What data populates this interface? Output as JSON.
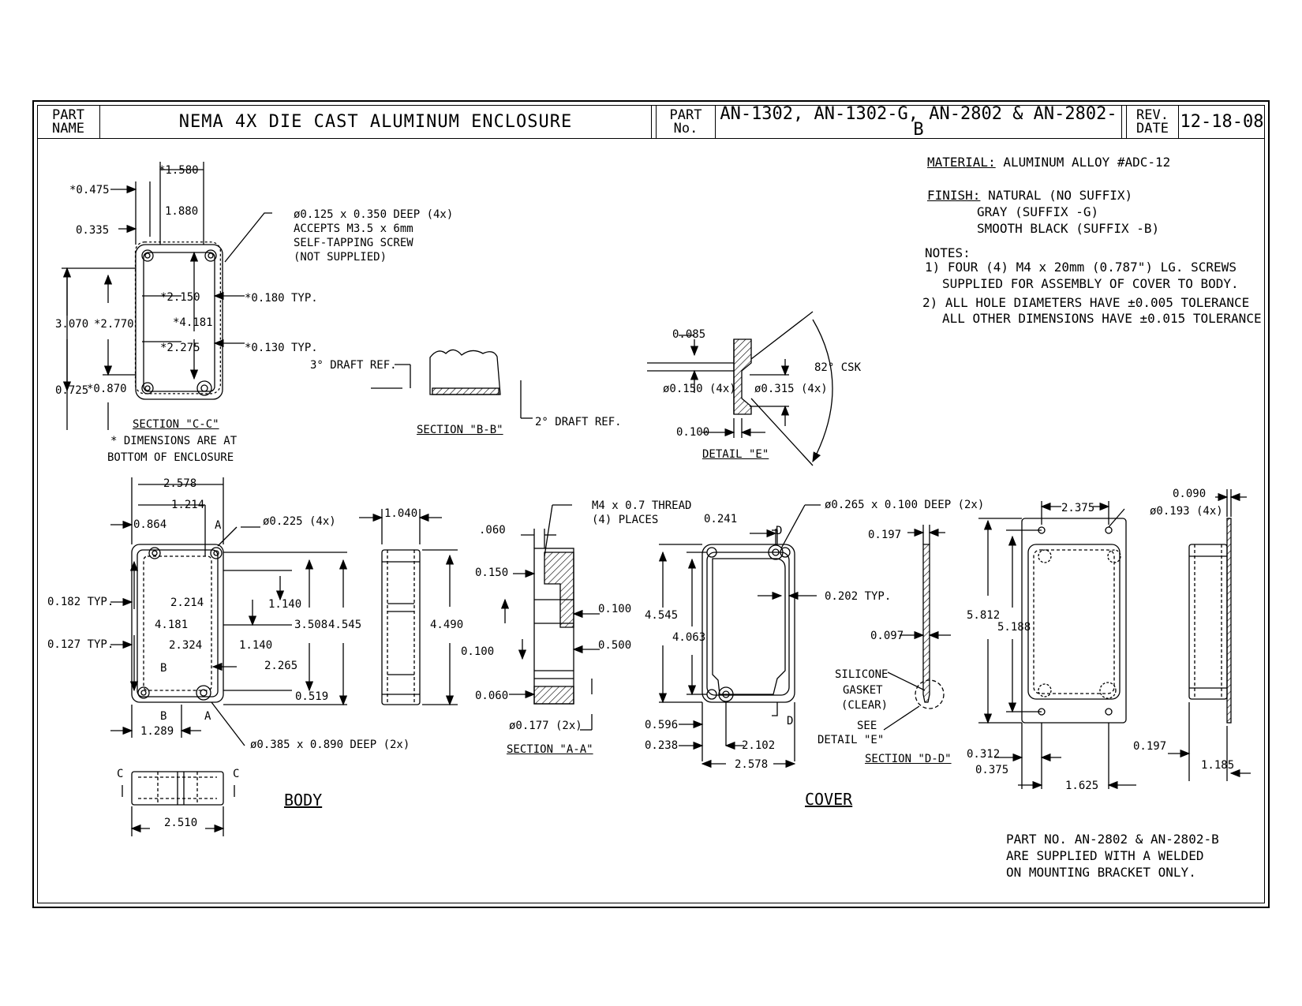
{
  "title_block": {
    "part_name_label": "PART NAME",
    "part_name": "NEMA 4X DIE CAST ALUMINUM ENCLOSURE",
    "part_no_label": "PART No.",
    "part_no": "AN-1302, AN-1302-G, AN-2802 & AN-2802-B",
    "rev_date_label": "REV. DATE",
    "rev_date": "12-18-08"
  },
  "specs": {
    "material_label": "MATERIAL:",
    "material": "ALUMINUM ALLOY #ADC-12",
    "finish_label": "FINISH:",
    "finish_1": "NATURAL (NO SUFFIX)",
    "finish_2": "GRAY (SUFFIX -G)",
    "finish_3": "SMOOTH BLACK (SUFFIX -B)",
    "notes_label": "NOTES:",
    "note_1a": "1) FOUR (4) M4 x 20mm (0.787\") LG. SCREWS",
    "note_1b": "SUPPLIED FOR ASSEMBLY OF COVER TO BODY.",
    "note_2a": "2) ALL HOLE DIAMETERS HAVE ±0.005 TOLERANCE",
    "note_2b": "ALL OTHER DIMENSIONS HAVE ±0.015 TOLERANCE",
    "bracket_1": "PART NO. AN-2802 & AN-2802-B",
    "bracket_2": "ARE SUPPLIED WITH A WELDED",
    "bracket_3": "ON MOUNTING BRACKET ONLY."
  },
  "section_cc": {
    "title": "SECTION \"C-C\"",
    "note_1": "* DIMENSIONS ARE AT",
    "note_2": "BOTTOM OF ENCLOSURE",
    "d_1580": "*1.580",
    "d_0475": "*0.475",
    "d_1880": "1.880",
    "d_0335": "0.335",
    "hole_1": "ø0.125 x 0.350 DEEP (4x)",
    "hole_2": "ACCEPTS M3.5 x 6mm",
    "hole_3": "SELF-TAPPING SCREW",
    "hole_4": "(NOT SUPPLIED)",
    "d_2150": "*2.150",
    "d_0180": "*0.180 TYP.",
    "d_3070": "3.070",
    "d_2770": "*2.770",
    "d_4181": "*4.181",
    "d_2275": "*2.275",
    "d_0130": "*0.130 TYP.",
    "d_0725": "0.725",
    "d_0870": "*0.870"
  },
  "section_bb": {
    "title": "SECTION \"B-B\"",
    "draft_3": "3° DRAFT REF.",
    "draft_2": "2° DRAFT REF."
  },
  "detail_e": {
    "title": "DETAIL \"E\"",
    "d_0085": "0.085",
    "d_0150": "ø0.150 (4x)",
    "d_0315": "ø0.315 (4x)",
    "d_0100": "0.100",
    "csk": "82° CSK"
  },
  "body": {
    "label": "BODY",
    "d_2578": "2.578",
    "d_1214": "1.214",
    "d_0864": "0.864",
    "d_0225": "ø0.225 (4x)",
    "d_1040": "1.040",
    "d_0182": "0.182 TYP.",
    "d_2214": "2.214",
    "d_1140a": "1.140",
    "d_3508": "3.508",
    "d_4545": "4.545",
    "d_4490": "4.490",
    "d_4181": "4.181",
    "d_0127": "0.127 TYP.",
    "d_2324": "2.324",
    "d_1140b": "1.140",
    "d_2265": "2.265",
    "d_0519": "0.519",
    "d_1289": "1.289",
    "d_0385": "ø0.385 x 0.890 DEEP (2x)",
    "d_2510": "2.510",
    "mark_a": "A",
    "mark_b": "B",
    "mark_c": "C"
  },
  "section_aa": {
    "title": "SECTION \"A-A\"",
    "thread_1": "M4 x 0.7 THREAD",
    "thread_2": "(4) PLACES",
    "d_060a": ".060",
    "d_0150": "0.150",
    "d_0100a": "0.100",
    "d_0100b": "0.100",
    "d_0500": "0.500",
    "d_0060": "0.060",
    "d_0177": "ø0.177 (2x)"
  },
  "cover": {
    "label": "COVER",
    "d_0241": "0.241",
    "d_0265": "ø0.265 x 0.100 DEEP (2x)",
    "d_0197a": "0.197",
    "d_0202": "0.202 TYP.",
    "d_4545": "4.545",
    "d_4063": "4.063",
    "d_0097": "0.097",
    "gasket_1": "SILICONE",
    "gasket_2": "GASKET",
    "gasket_3": "(CLEAR)",
    "see_1": "SEE",
    "see_2": "DETAIL \"E\"",
    "d_0596": "0.596",
    "d_0238": "0.238",
    "d_2102": "2.102",
    "d_2578": "2.578",
    "section_dd": "SECTION \"D-D\"",
    "mark_d": "D"
  },
  "bracket": {
    "d_2375": "2.375",
    "d_0193": "ø0.193 (4x)",
    "d_0090": "0.090",
    "d_5812": "5.812",
    "d_5188": "5.188",
    "d_0312": "0.312",
    "d_0375": "0.375",
    "d_1625": "1.625",
    "d_0197": "0.197",
    "d_1185": "1.185"
  }
}
